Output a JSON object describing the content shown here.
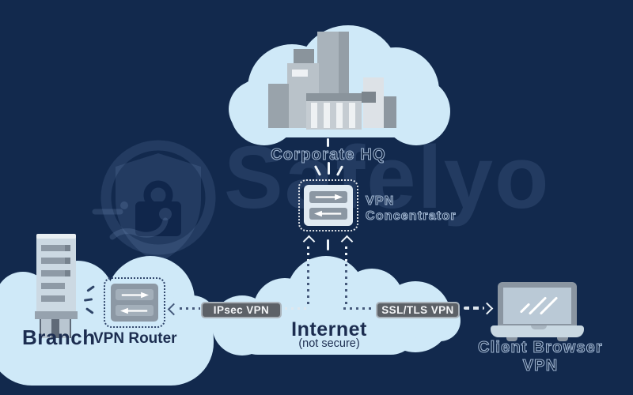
{
  "colors": {
    "background": "#12294d",
    "cloud": "#cfe9f8",
    "dark_text": "#1c2d50",
    "etched_stroke": "#9db3cf",
    "pill_bg": "#5c6167",
    "pill_border": "#a9b2ba",
    "pill_text": "#f3f5f7",
    "device_light_bg": "#e0eaf2",
    "device_bar": "#8b97a3",
    "router_bg": "#8c98a4",
    "router_bar": "#a3afba",
    "laptop_frame": "#8a95a1",
    "laptop_screen": "#bac9d6",
    "laptop_base": "#c9d8e2",
    "connector_light": "#dfe7ee",
    "connector_dark": "#45597b",
    "watermark": "rgba(158,188,228,0.13)"
  },
  "watermark": {
    "brand": "Safelyo",
    "logo": "shield-lock-icon"
  },
  "nodes": {
    "corporate_hq": {
      "label": "Corporate HQ",
      "icon": "office-buildings-icon"
    },
    "vpn_concentrator": {
      "label_line1": "VPN",
      "label_line2": "Concentrator",
      "icon": "vpn-concentrator-icon"
    },
    "internet": {
      "label": "Internet",
      "sublabel": "(not secure)",
      "icon": "internet-cloud-icon"
    },
    "branch": {
      "label": "Branch",
      "icon": "branch-building-icon"
    },
    "vpn_router": {
      "label": "VPN Router",
      "icon": "vpn-router-icon"
    },
    "client": {
      "label": "Client Browser VPN",
      "icon": "laptop-icon"
    }
  },
  "connections": {
    "ipsec": {
      "label": "IPsec VPN"
    },
    "ssl_tls": {
      "label": "SSL/TLS VPN"
    }
  }
}
